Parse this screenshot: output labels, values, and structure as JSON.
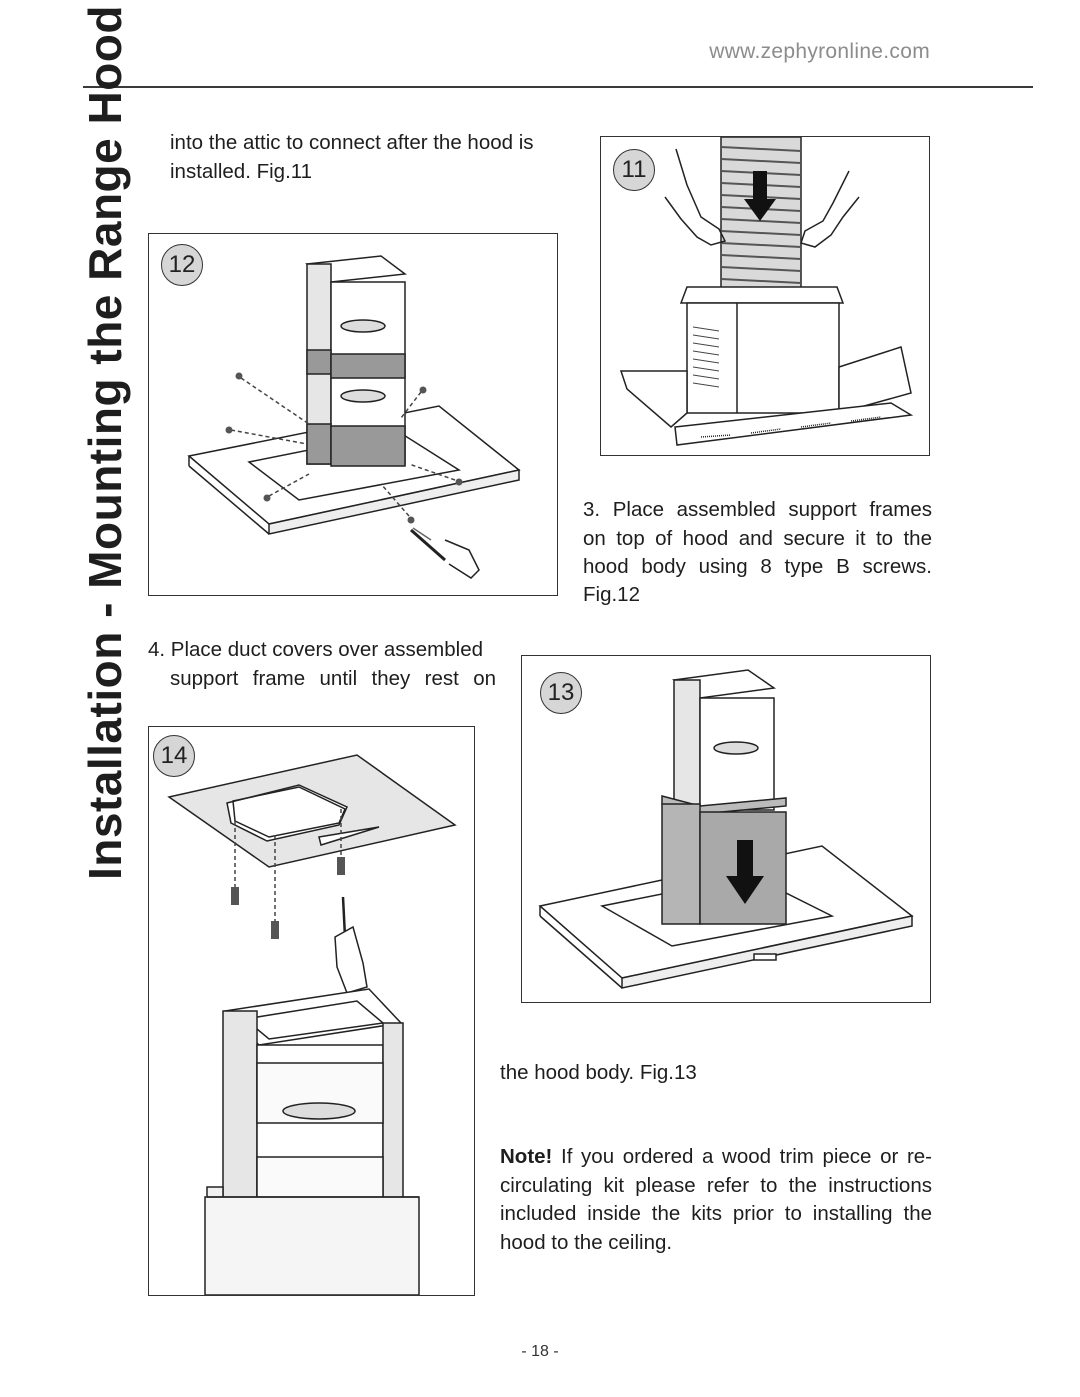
{
  "header": {
    "url": "www.zephyronline.com"
  },
  "side_title": "Installation - Mounting the Range Hood",
  "paragraphs": {
    "attic_line1": "into the attic to connect after the hood is",
    "attic_line2": "installed. Fig.11",
    "step3_line1": "3.  Place assembled support frames",
    "step3_line2": "on top of hood and secure it to the",
    "step3_line3": "hood body using 8 type B screws.",
    "step3_line4": "Fig.12",
    "step4_line1": "4. Place duct covers over assembled",
    "step4_line2": "support frame until they rest on",
    "step4_line3": "the hood body. Fig.13",
    "note_label": "Note!",
    "note_line1": " If you ordered a wood trim piece or re-",
    "note_line2": "circulating kit please refer to the instructions",
    "note_line3": "included inside the kits prior to installing the",
    "note_line4": "hood to the ceiling."
  },
  "figures": {
    "fig11": "11",
    "fig12": "12",
    "fig13": "13",
    "fig14": "14"
  },
  "footer": {
    "page_number": "- 18 -"
  }
}
